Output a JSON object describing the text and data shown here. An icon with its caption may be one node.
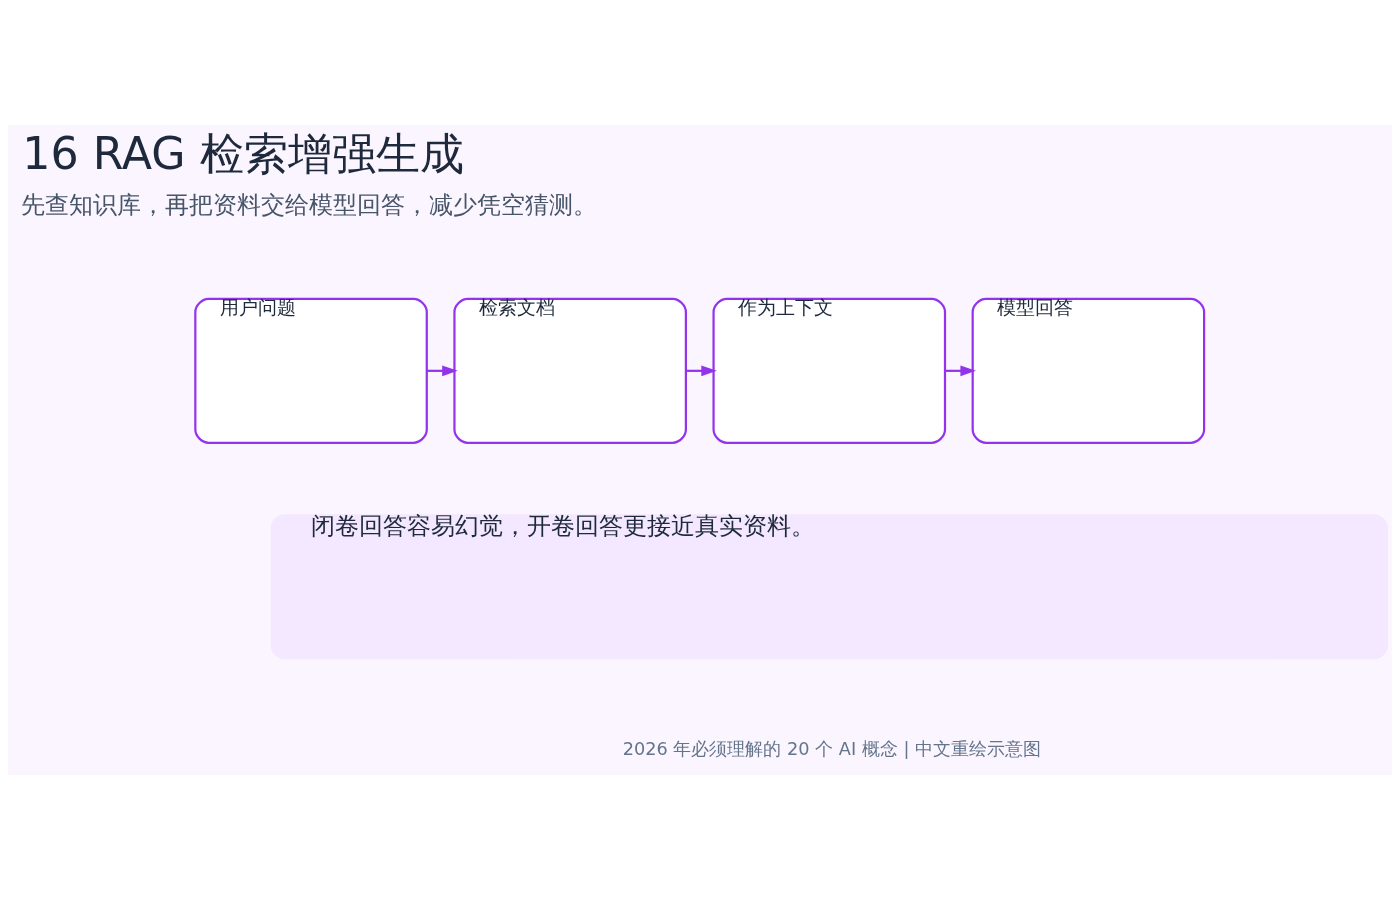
{
  "diagram": {
    "title": "16 RAG 检索增强生成",
    "nodes": [
      {
        "text": [
          "用户问题"
        ]
      },
      {
        "text": [
          "检索文档"
        ]
      },
      {
        "text": [
          "作为上下文"
        ]
      },
      {
        "text": [
          "模型回答"
        ]
      },
      {
        "text": [
          "闭卷回答容易幻觉，开卷回答更接近真实资料。"
        ]
      }
    ],
    "edges": [
      {
        "from": 0,
        "to": 1,
        "arrow": "to"
      },
      {
        "from": 1,
        "to": 2,
        "arrow": "to"
      },
      {
        "from": 2,
        "to": 3,
        "arrow": "to"
      }
    ],
    "labels": [
      "先查知识库，再把资料交给模型回答，减少凭空猜测。",
      "2026 年必须理解的 20 个 AI 概念 | 中文重绘示意图"
    ]
  }
}
